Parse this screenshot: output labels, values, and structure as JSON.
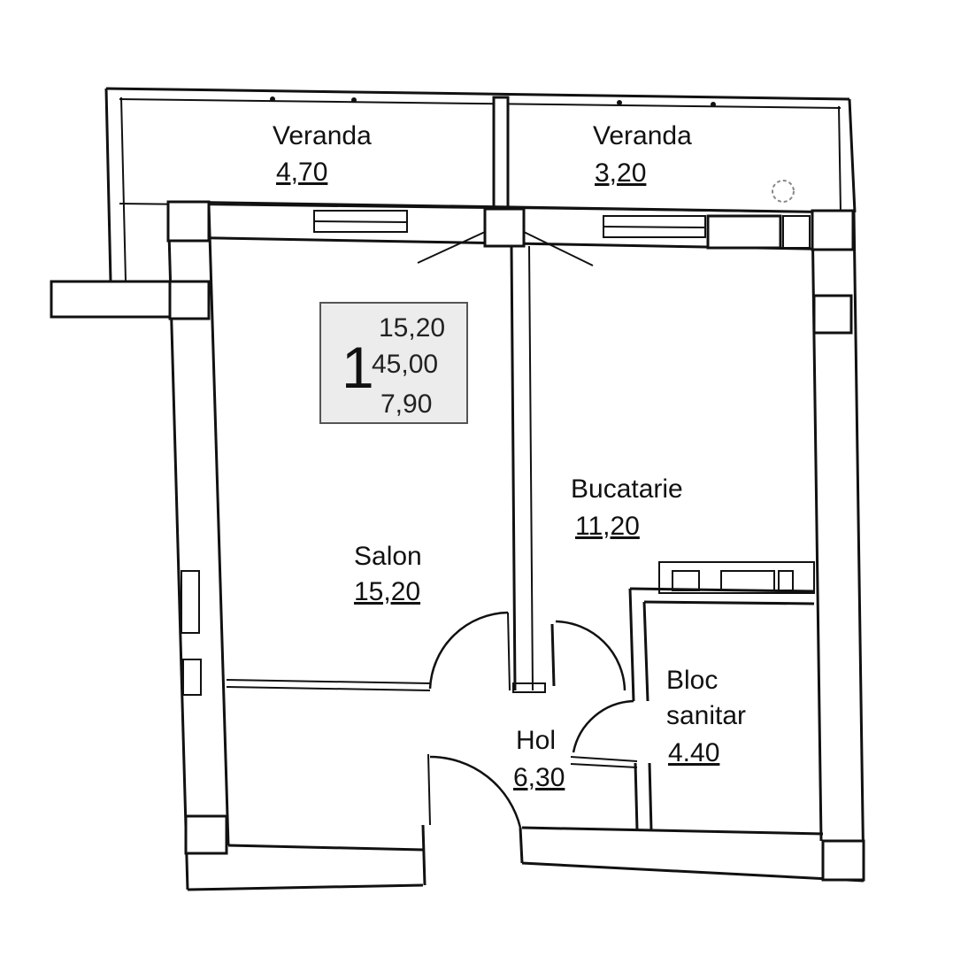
{
  "rooms": {
    "veranda_left": {
      "name": "Veranda",
      "area": "4,70"
    },
    "veranda_right": {
      "name": "Veranda",
      "area": "3,20"
    },
    "salon": {
      "name": "Salon",
      "area": "15,20"
    },
    "bucatarie": {
      "name": "Bucatarie",
      "area": "11,20"
    },
    "bloc_sanitar": {
      "name_line1": "Bloc",
      "name_line2": "sanitar",
      "area": "4.40"
    },
    "hol": {
      "name": "Hol",
      "area": "6,30"
    }
  },
  "summary": {
    "apartment_number": "1",
    "living_area": "15,20",
    "total_area": "45,00",
    "veranda_area": "7,90"
  }
}
